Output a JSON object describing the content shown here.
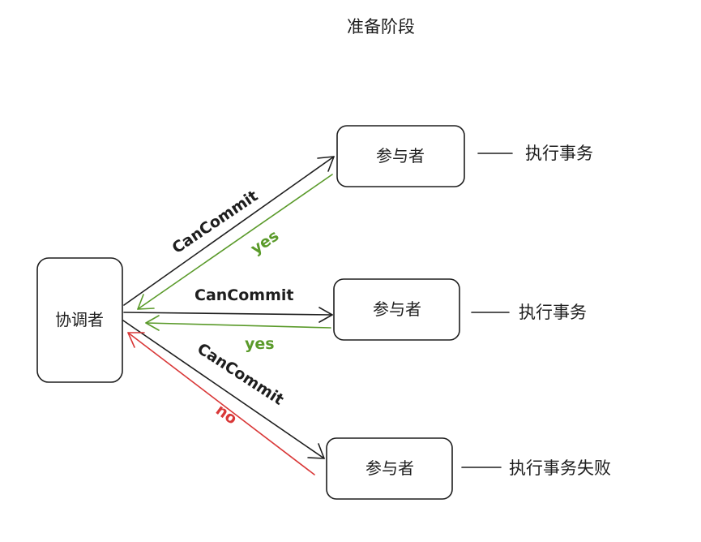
{
  "title": "准备阶段",
  "coordinator": {
    "label": "协调者"
  },
  "participants": [
    {
      "label": "参与者",
      "note": "执行事务"
    },
    {
      "label": "参与者",
      "note": "执行事务"
    },
    {
      "label": "参与者",
      "note": "执行事务失败"
    }
  ],
  "edges": [
    {
      "label": "CanCommit",
      "color": "#1e1e1e"
    },
    {
      "label": "yes",
      "color": "#5a9a2a"
    },
    {
      "label": "CanCommit",
      "color": "#1e1e1e"
    },
    {
      "label": "yes",
      "color": "#5a9a2a"
    },
    {
      "label": "CanCommit",
      "color": "#1e1e1e"
    },
    {
      "label": "no",
      "color": "#d93838"
    }
  ]
}
